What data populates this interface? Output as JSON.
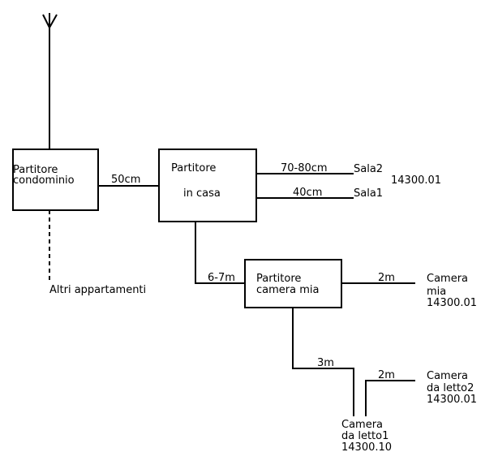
{
  "diagram": {
    "antenna": {
      "icon": "antenna-icon"
    },
    "nodes": {
      "condominio": {
        "line1": "Partitore",
        "line2": "condominio"
      },
      "casa": {
        "line1": "Partitore",
        "line2": "in casa"
      },
      "camera_mia_splitter": {
        "line1": "Partitore",
        "line2": "camera mia"
      }
    },
    "cable_lengths": {
      "condominio_to_casa": "50cm",
      "casa_to_sala2": "70-80cm",
      "casa_to_sala1": "40cm",
      "casa_to_camera_mia_splitter": "6-7m",
      "splitter_to_camera_mia": "2m",
      "splitter_to_letto1": "3m",
      "letto1_to_letto2": "2m"
    },
    "endpoints": {
      "other_apartments": "Altri appartamenti",
      "sala2": "Sala2",
      "sala1": "Sala1",
      "sala_code": "14300.01",
      "camera_mia": {
        "line1": "Camera",
        "line2": "mia",
        "code": "14300.01"
      },
      "letto2": {
        "line1": "Camera",
        "line2": "da letto2",
        "code": "14300.01"
      },
      "letto1": {
        "line1": "Camera",
        "line2": "da letto1",
        "code": "14300.10"
      }
    }
  }
}
